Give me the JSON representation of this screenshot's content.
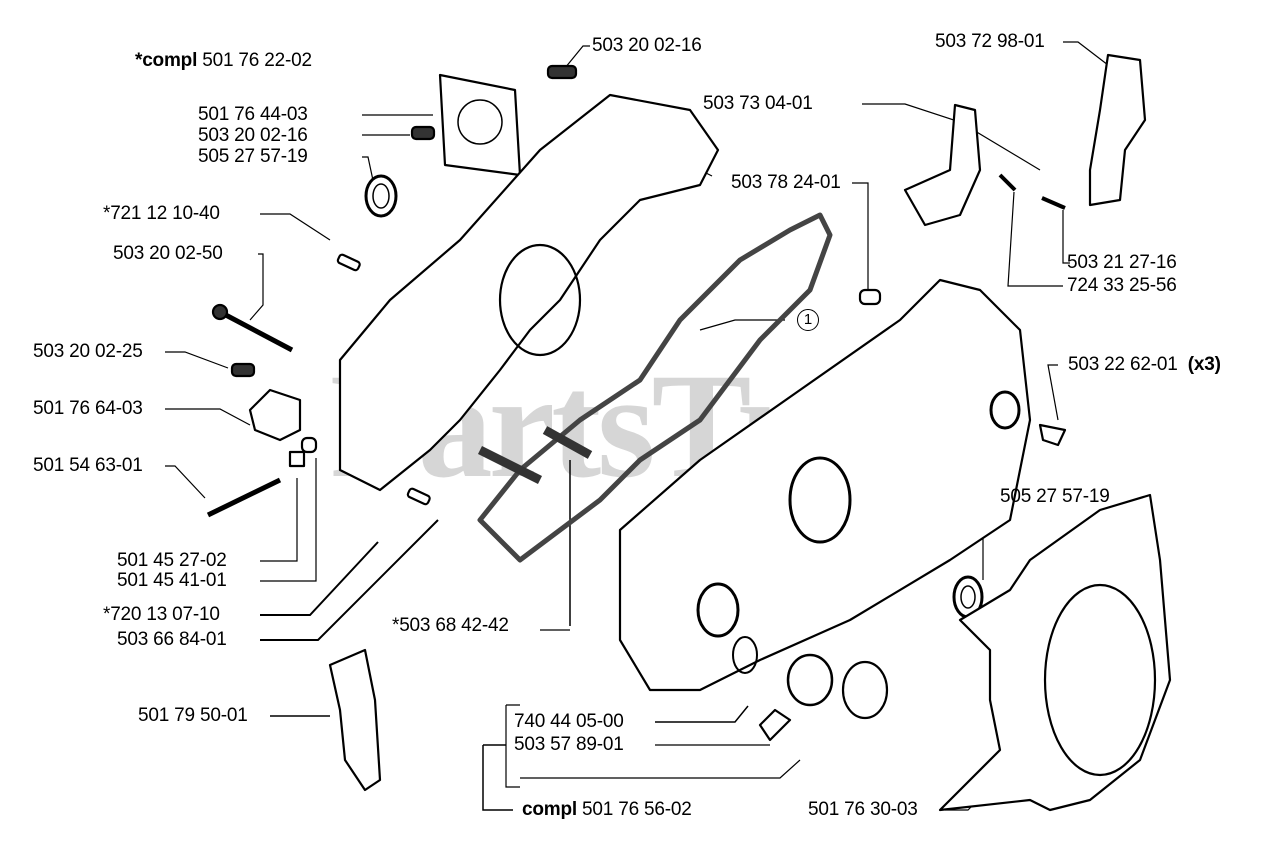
{
  "watermark": "PartsTree",
  "callout_marker": "1",
  "labels": {
    "compl_top_prefix": "*compl",
    "compl_top_number": "501 76 22-02",
    "p_501764403": "501 76 44-03",
    "p_503200216_a": "503 20 02-16",
    "p_505275719_a": "505 27 57-19",
    "p_503200216_b": "503 20 02-16",
    "p_503729801": "503 72 98-01",
    "p_503730401": "503 73 04-01",
    "p_503782401": "503 78 24-01",
    "p_721121040": "*721 12 10-40",
    "p_503200250": "503 20 02-50",
    "p_503212716": "503 21 27-16",
    "p_724332556": "724 33 25-56",
    "p_503226201": "503 22 62-01",
    "p_503226201_qty": "(x3)",
    "p_503200225": "503 20 02-25",
    "p_501766403": "501 76 64-03",
    "p_501546301": "501 54 63-01",
    "p_505275719_b": "505 27 57-19",
    "p_501452702": "501 45 27-02",
    "p_501454101": "501 45 41-01",
    "p_720130710": "*720 13 07-10",
    "p_503668401": "503 66 84-01",
    "p_503684242": "*503 68 42-42",
    "p_501795001": "501 79 50-01",
    "p_740440500": "740 44 05-00",
    "p_503578901": "503 57 89-01",
    "compl_bottom_prefix": "compl",
    "compl_bottom_number": "501 76 56-02",
    "p_501763003": "501 76 30-03"
  }
}
